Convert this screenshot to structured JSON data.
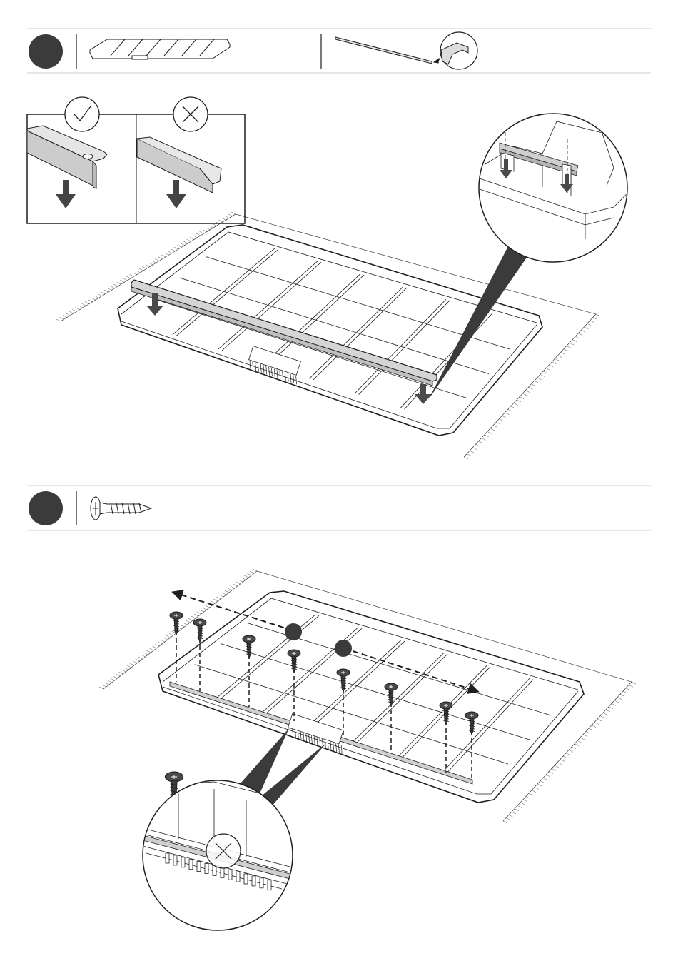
{
  "manual_page": {
    "step_1": {
      "number": "",
      "parts": [
        {
          "name": "table-top-panel",
          "icon": "table-top-icon"
        },
        {
          "name": "metal-rail",
          "icon": "metal-rail-icon"
        }
      ],
      "callouts": {
        "correct": {
          "icon": "check-icon"
        },
        "wrong": {
          "icon": "cross-icon"
        }
      }
    },
    "step_2": {
      "number": "",
      "parts": [
        {
          "name": "screw",
          "icon": "screw-icon"
        }
      ],
      "screw_count": 8,
      "detail_callout": {
        "icon": "cross-icon"
      }
    },
    "colors": {
      "badge": "#3b3b3b",
      "line": "#1e1e1e",
      "rail_fill": "#d9d9d9",
      "arrow": "#4a4a4a",
      "divider": "#cfcfcf"
    }
  }
}
